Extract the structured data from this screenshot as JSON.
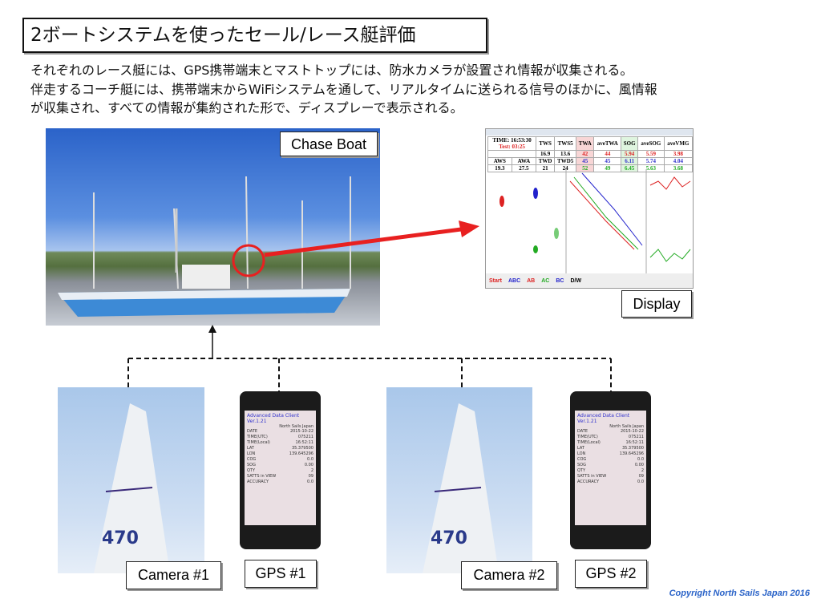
{
  "title": "2ボートシステムを使ったセール/レース艇評価",
  "description": [
    "それぞれのレース艇には、GPS携帯端末とマストトップには、防水カメラが設置され情報が収集される。",
    "伴走するコーチ艇には、携帯端末からWiFiシステムを通して、リアルタイムに送られる信号のほかに、風情報",
    "が収集され、すべての情報が集約された形で、ディスプレーで表示される。"
  ],
  "labels": {
    "chase_boat": "Chase Boat",
    "display": "Display",
    "camera1": "Camera #1",
    "gps1": "GPS #1",
    "camera2": "Camera #2",
    "gps2": "GPS #2"
  },
  "display_screen": {
    "time": "TIME: 16:53:30",
    "test": "Test: 03:25",
    "headers": [
      "TWS",
      "TWS5",
      "TWA",
      "aveTWA",
      "SOG",
      "aveSOG",
      "aveVMG"
    ],
    "row1": [
      "16.9",
      "13.6"
    ],
    "twa": [
      "42",
      "45",
      "52"
    ],
    "avetwa": [
      "44",
      "45",
      "49"
    ],
    "sog": [
      "5.94",
      "6.11",
      "6.45"
    ],
    "avesog": [
      "5.59",
      "5.74",
      "5.63"
    ],
    "avevmg": [
      "3.98",
      "4.04",
      "3.68"
    ],
    "aws": "AWS",
    "aws_v": "19.3",
    "awa": "AWA",
    "awa_v": "27.5",
    "twd": "TWD",
    "twd_v": "21",
    "twd5": "TWD5",
    "twd5_v": "24",
    "tabs": [
      "Start",
      "ABC",
      "AB",
      "AC",
      "BC",
      "D/W"
    ]
  },
  "gps_screen": {
    "app": "Advanced Data Client Ver.1.21",
    "brand": "North Sails Japan",
    "rows": [
      [
        "DATE",
        "2015-10-22"
      ],
      [
        "TIME(UTC)",
        "075211"
      ],
      [
        "TIME(Local)",
        "16:52:11"
      ],
      [
        "LAT",
        "35.379500"
      ],
      [
        "LON",
        "139.645296"
      ],
      [
        "COG",
        "0.0"
      ],
      [
        "SOG",
        "0.00"
      ],
      [
        "QTY",
        "2"
      ],
      [
        "SATTS in VIEW",
        "09"
      ],
      [
        "ACCURACY",
        "0.0"
      ]
    ]
  },
  "copyright": "Copyright  North Sails Japan 2016",
  "colors": {
    "arrow": "#e82020",
    "copyright": "#2a63c8"
  }
}
